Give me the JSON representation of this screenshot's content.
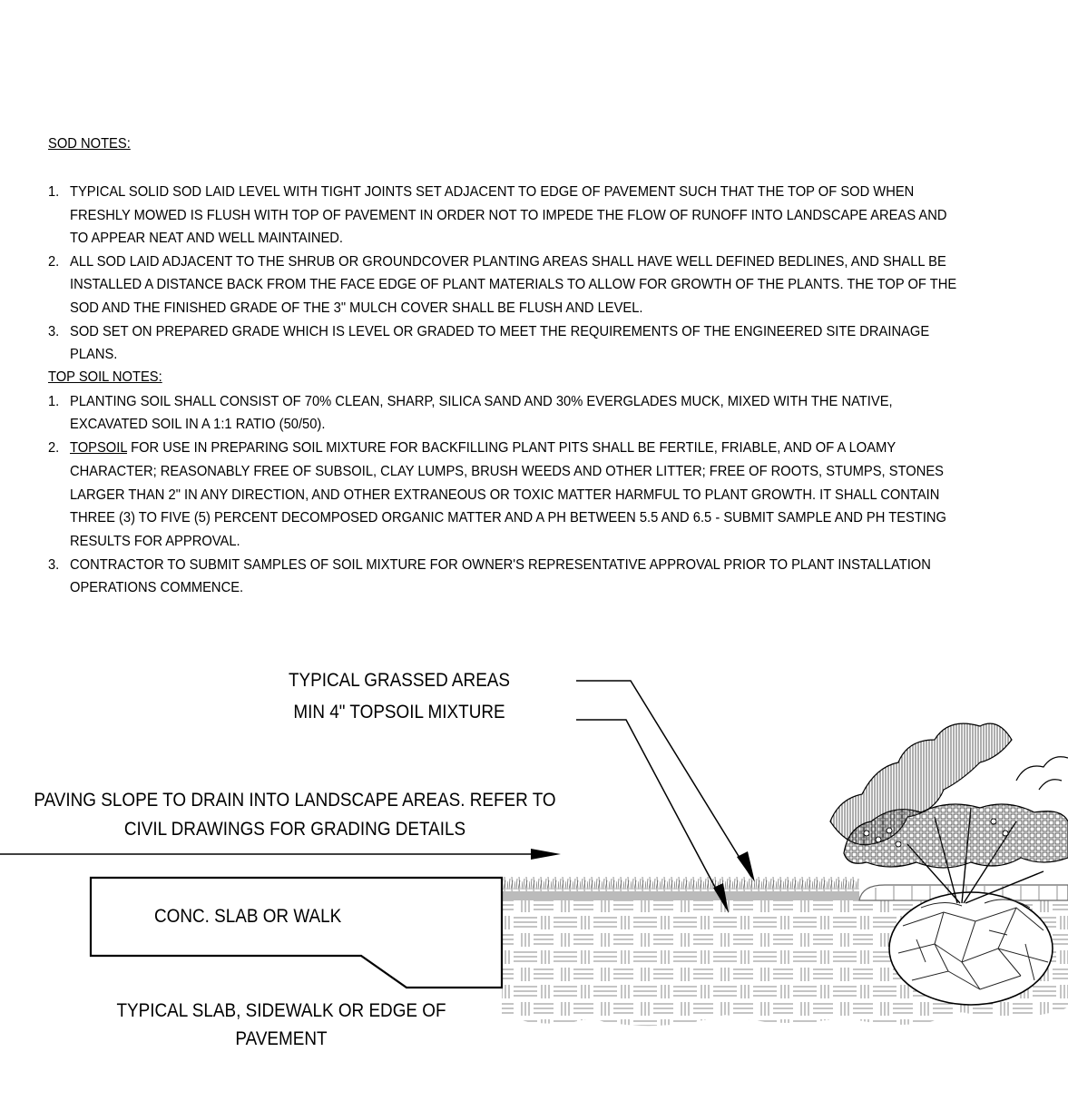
{
  "sod_notes": {
    "heading": "SOD NOTES:",
    "items": [
      {
        "num": "1.",
        "lines": [
          "TYPICAL SOLID SOD LAID LEVEL WITH TIGHT JOINTS SET ADJACENT TO EDGE OF PAVEMENT SUCH THAT THE TOP OF SOD WHEN",
          "FRESHLY MOWED IS FLUSH WITH TOP OF PAVEMENT IN ORDER NOT TO IMPEDE THE FLOW OF RUNOFF INTO LANDSCAPE AREAS AND",
          "TO APPEAR NEAT AND WELL MAINTAINED."
        ]
      },
      {
        "num": "2.",
        "lines": [
          "ALL SOD LAID ADJACENT TO THE SHRUB OR GROUNDCOVER PLANTING AREAS SHALL HAVE WELL DEFINED BEDLINES, AND SHALL BE",
          "INSTALLED A DISTANCE BACK FROM THE FACE EDGE OF PLANT MATERIALS TO ALLOW FOR GROWTH OF THE PLANTS. THE TOP OF THE",
          "SOD AND THE FINISHED GRADE OF THE 3\" MULCH COVER SHALL BE FLUSH AND LEVEL."
        ]
      },
      {
        "num": "3.",
        "lines": [
          "SOD SET ON PREPARED GRADE WHICH IS LEVEL OR GRADED TO MEET THE REQUIREMENTS OF THE ENGINEERED SITE DRAINAGE",
          "PLANS."
        ]
      }
    ]
  },
  "topsoil_notes": {
    "heading": "TOP SOIL NOTES:",
    "item1_lines": [
      "PLANTING SOIL SHALL CONSIST OF 70% CLEAN, SHARP, SILICA SAND AND 30% EVERGLADES MUCK, MIXED WITH THE NATIVE,",
      "EXCAVATED SOIL IN A 1:1 RATIO (50/50)."
    ],
    "item2_first_word": "TOPSOIL",
    "item2_first_rest": " FOR USE IN PREPARING SOIL MIXTURE FOR BACKFILLING PLANT PITS SHALL BE FERTILE, FRIABLE, AND OF A LOAMY",
    "item2_lines": [
      "CHARACTER; REASONABLY FREE OF SUBSOIL, CLAY LUMPS, BRUSH WEEDS AND OTHER LITTER; FREE OF ROOTS, STUMPS, STONES",
      "LARGER THAN 2\" IN ANY DIRECTION, AND OTHER EXTRANEOUS OR TOXIC MATTER HARMFUL TO PLANT GROWTH.  IT SHALL CONTAIN",
      "THREE (3) TO FIVE (5) PERCENT DECOMPOSED ORGANIC MATTER AND A PH BETWEEN 5.5 AND 6.5 - SUBMIT SAMPLE AND PH TESTING",
      "RESULTS FOR APPROVAL."
    ],
    "item3_lines": [
      "CONTRACTOR TO SUBMIT SAMPLES OF SOIL MIXTURE FOR OWNER'S REPRESENTATIVE APPROVAL PRIOR TO PLANT INSTALLATION",
      "OPERATIONS COMMENCE."
    ],
    "nums": [
      "1.",
      "2.",
      "3."
    ]
  },
  "detail": {
    "label_grassed": "TYPICAL GRASSED AREAS",
    "label_topsoil": "MIN 4\" TOPSOIL MIXTURE",
    "label_paving_1": "PAVING SLOPE TO DRAIN INTO LANDSCAPE AREAS. REFER TO",
    "label_paving_2": "CIVIL DRAWINGS FOR GRADING DETAILS",
    "label_slab": "CONC. SLAB OR WALK",
    "label_edge_1": "TYPICAL SLAB, SIDEWALK OR EDGE OF",
    "label_edge_2": "PAVEMENT"
  }
}
